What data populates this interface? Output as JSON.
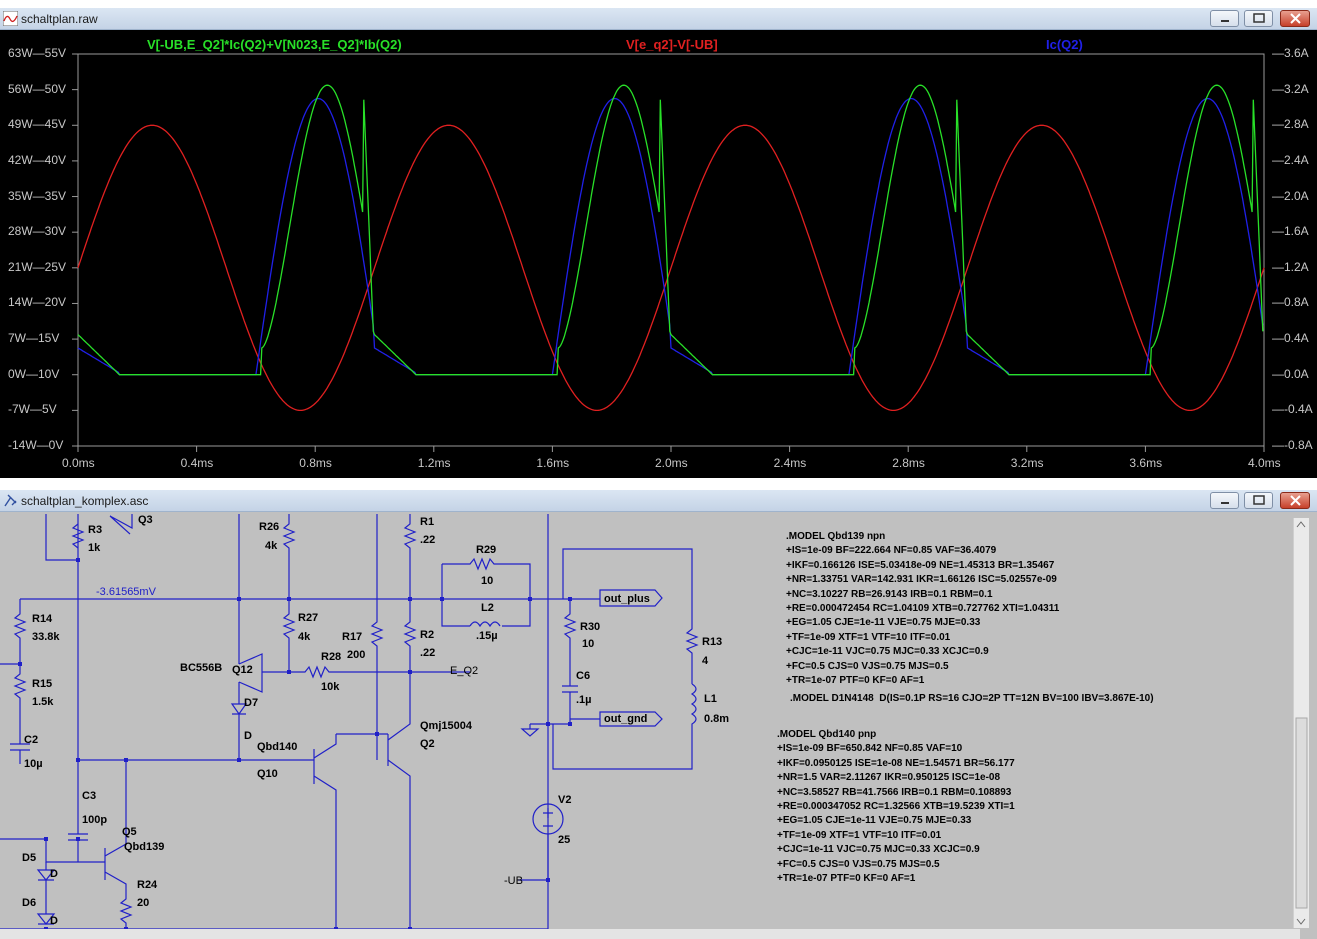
{
  "plot_window": {
    "title": "schaltplan.raw",
    "traces": [
      {
        "label": "V[-UB,E_Q2]*Ic(Q2)+V[N023,E_Q2]*Ib(Q2)",
        "color": "#28e028"
      },
      {
        "label": "V[e_q2]-V[-UB]",
        "color": "#e02020"
      },
      {
        "label": "Ic(Q2)",
        "color": "#2020e8"
      }
    ],
    "left_axis_w": [
      "63W",
      "56W",
      "49W",
      "42W",
      "35W",
      "28W",
      "21W",
      "14W",
      "7W",
      "0W",
      "-7W",
      "-14W"
    ],
    "left_axis_v": [
      "55V",
      "50V",
      "45V",
      "40V",
      "35V",
      "30V",
      "25V",
      "20V",
      "15V",
      "10V",
      "5V",
      "0V"
    ],
    "right_axis": [
      "3.6A",
      "3.2A",
      "2.8A",
      "2.4A",
      "2.0A",
      "1.6A",
      "1.2A",
      "0.8A",
      "0.4A",
      "0.0A",
      "-0.4A",
      "-0.8A"
    ],
    "x_axis": [
      "0.0ms",
      "0.4ms",
      "0.8ms",
      "1.2ms",
      "1.6ms",
      "2.0ms",
      "2.4ms",
      "2.8ms",
      "3.2ms",
      "3.6ms",
      "4.0ms"
    ]
  },
  "schematic_window": {
    "title": "schaltplan_komplex.asc",
    "voltage_label": "-3.61565mV",
    "components": {
      "R3": "R3",
      "R3v": "1k",
      "Q3": "Q3",
      "R26": "R26",
      "R26v": "4k",
      "R1": "R1",
      "R1v": ".22",
      "R29": "R29",
      "R29v": "10",
      "L2": "L2",
      "L2v": ".15µ",
      "R14": "R14",
      "R14v": "33.8k",
      "R27": "R27",
      "R27v": "4k",
      "R17": "R17",
      "R17v": "200",
      "R2": "R2",
      "R2v": ".22",
      "R30": "R30",
      "R30v": "10",
      "R13": "R13",
      "R13v": "4",
      "BC556B": "BC556B",
      "Q12": "Q12",
      "R28": "R28",
      "R28v": "10k",
      "E_Q2": "E_Q2",
      "C6": "C6",
      "C6v": ".1µ",
      "L1": "L1",
      "L1v": "0.8m",
      "R15": "R15",
      "R15v": "1.5k",
      "D7": "D7",
      "D7v": "D",
      "Qmj15004": "Qmj15004",
      "Q2": "Q2",
      "out_plus": "out_plus",
      "out_gnd": "out_gnd",
      "C2": "C2",
      "C2v": "10µ",
      "Qbd140": "Qbd140",
      "Q10": "Q10",
      "C3": "C3",
      "C3v": "100p",
      "V2": "V2",
      "V2v": "25",
      "Q5": "Q5",
      "Qbd139": "Qbd139",
      "D5": "D5",
      "D5v": "D",
      "R24": "R24",
      "R24v": "20",
      "D6": "D6",
      "D6v": "D",
      "UB": "-UB"
    },
    "model_npn": [
      ".MODEL Qbd139 npn",
      "+IS=1e-09 BF=222.664 NF=0.85 VAF=36.4079",
      "+IKF=0.166126 ISE=5.03418e-09 NE=1.45313 BR=1.35467",
      "+NR=1.33751 VAR=142.931 IKR=1.66126 ISC=5.02557e-09",
      "+NC=3.10227 RB=26.9143 IRB=0.1 RBM=0.1",
      "+RE=0.000472454 RC=1.04109 XTB=0.727762 XTI=1.04311",
      "+EG=1.05 CJE=1e-11 VJE=0.75 MJE=0.33",
      "+TF=1e-09 XTF=1 VTF=10 ITF=0.01",
      "+CJC=1e-11 VJC=0.75 MJC=0.33 XCJC=0.9",
      "+FC=0.5 CJS=0 VJS=0.75 MJS=0.5",
      "+TR=1e-07 PTF=0 KF=0 AF=1"
    ],
    "model_diode": ".MODEL D1N4148  D(IS=0.1P RS=16 CJO=2P TT=12N BV=100 IBV=3.867E-10)",
    "model_pnp": [
      ".MODEL Qbd140 pnp",
      "+IS=1e-09 BF=650.842 NF=0.85 VAF=10",
      "+IKF=0.0950125 ISE=1e-08 NE=1.54571 BR=56.177",
      "+NR=1.5 VAR=2.11267 IKR=0.950125 ISC=1e-08",
      "+NC=3.58527 RB=41.7566 IRB=0.1 RBM=0.108893",
      "+RE=0.000347052 RC=1.32566 XTB=19.5239 XTI=1",
      "+EG=1.05 CJE=1e-11 VJE=0.75 MJE=0.33",
      "+TF=1e-09 XTF=1 VTF=10 ITF=0.01",
      "+CJC=1e-11 VJC=0.75 MJC=0.33 XCJC=0.9",
      "+FC=0.5 CJS=0 VJS=0.75 MJS=0.5",
      "+TR=1e-07 PTF=0 KF=0 AF=1"
    ]
  }
}
